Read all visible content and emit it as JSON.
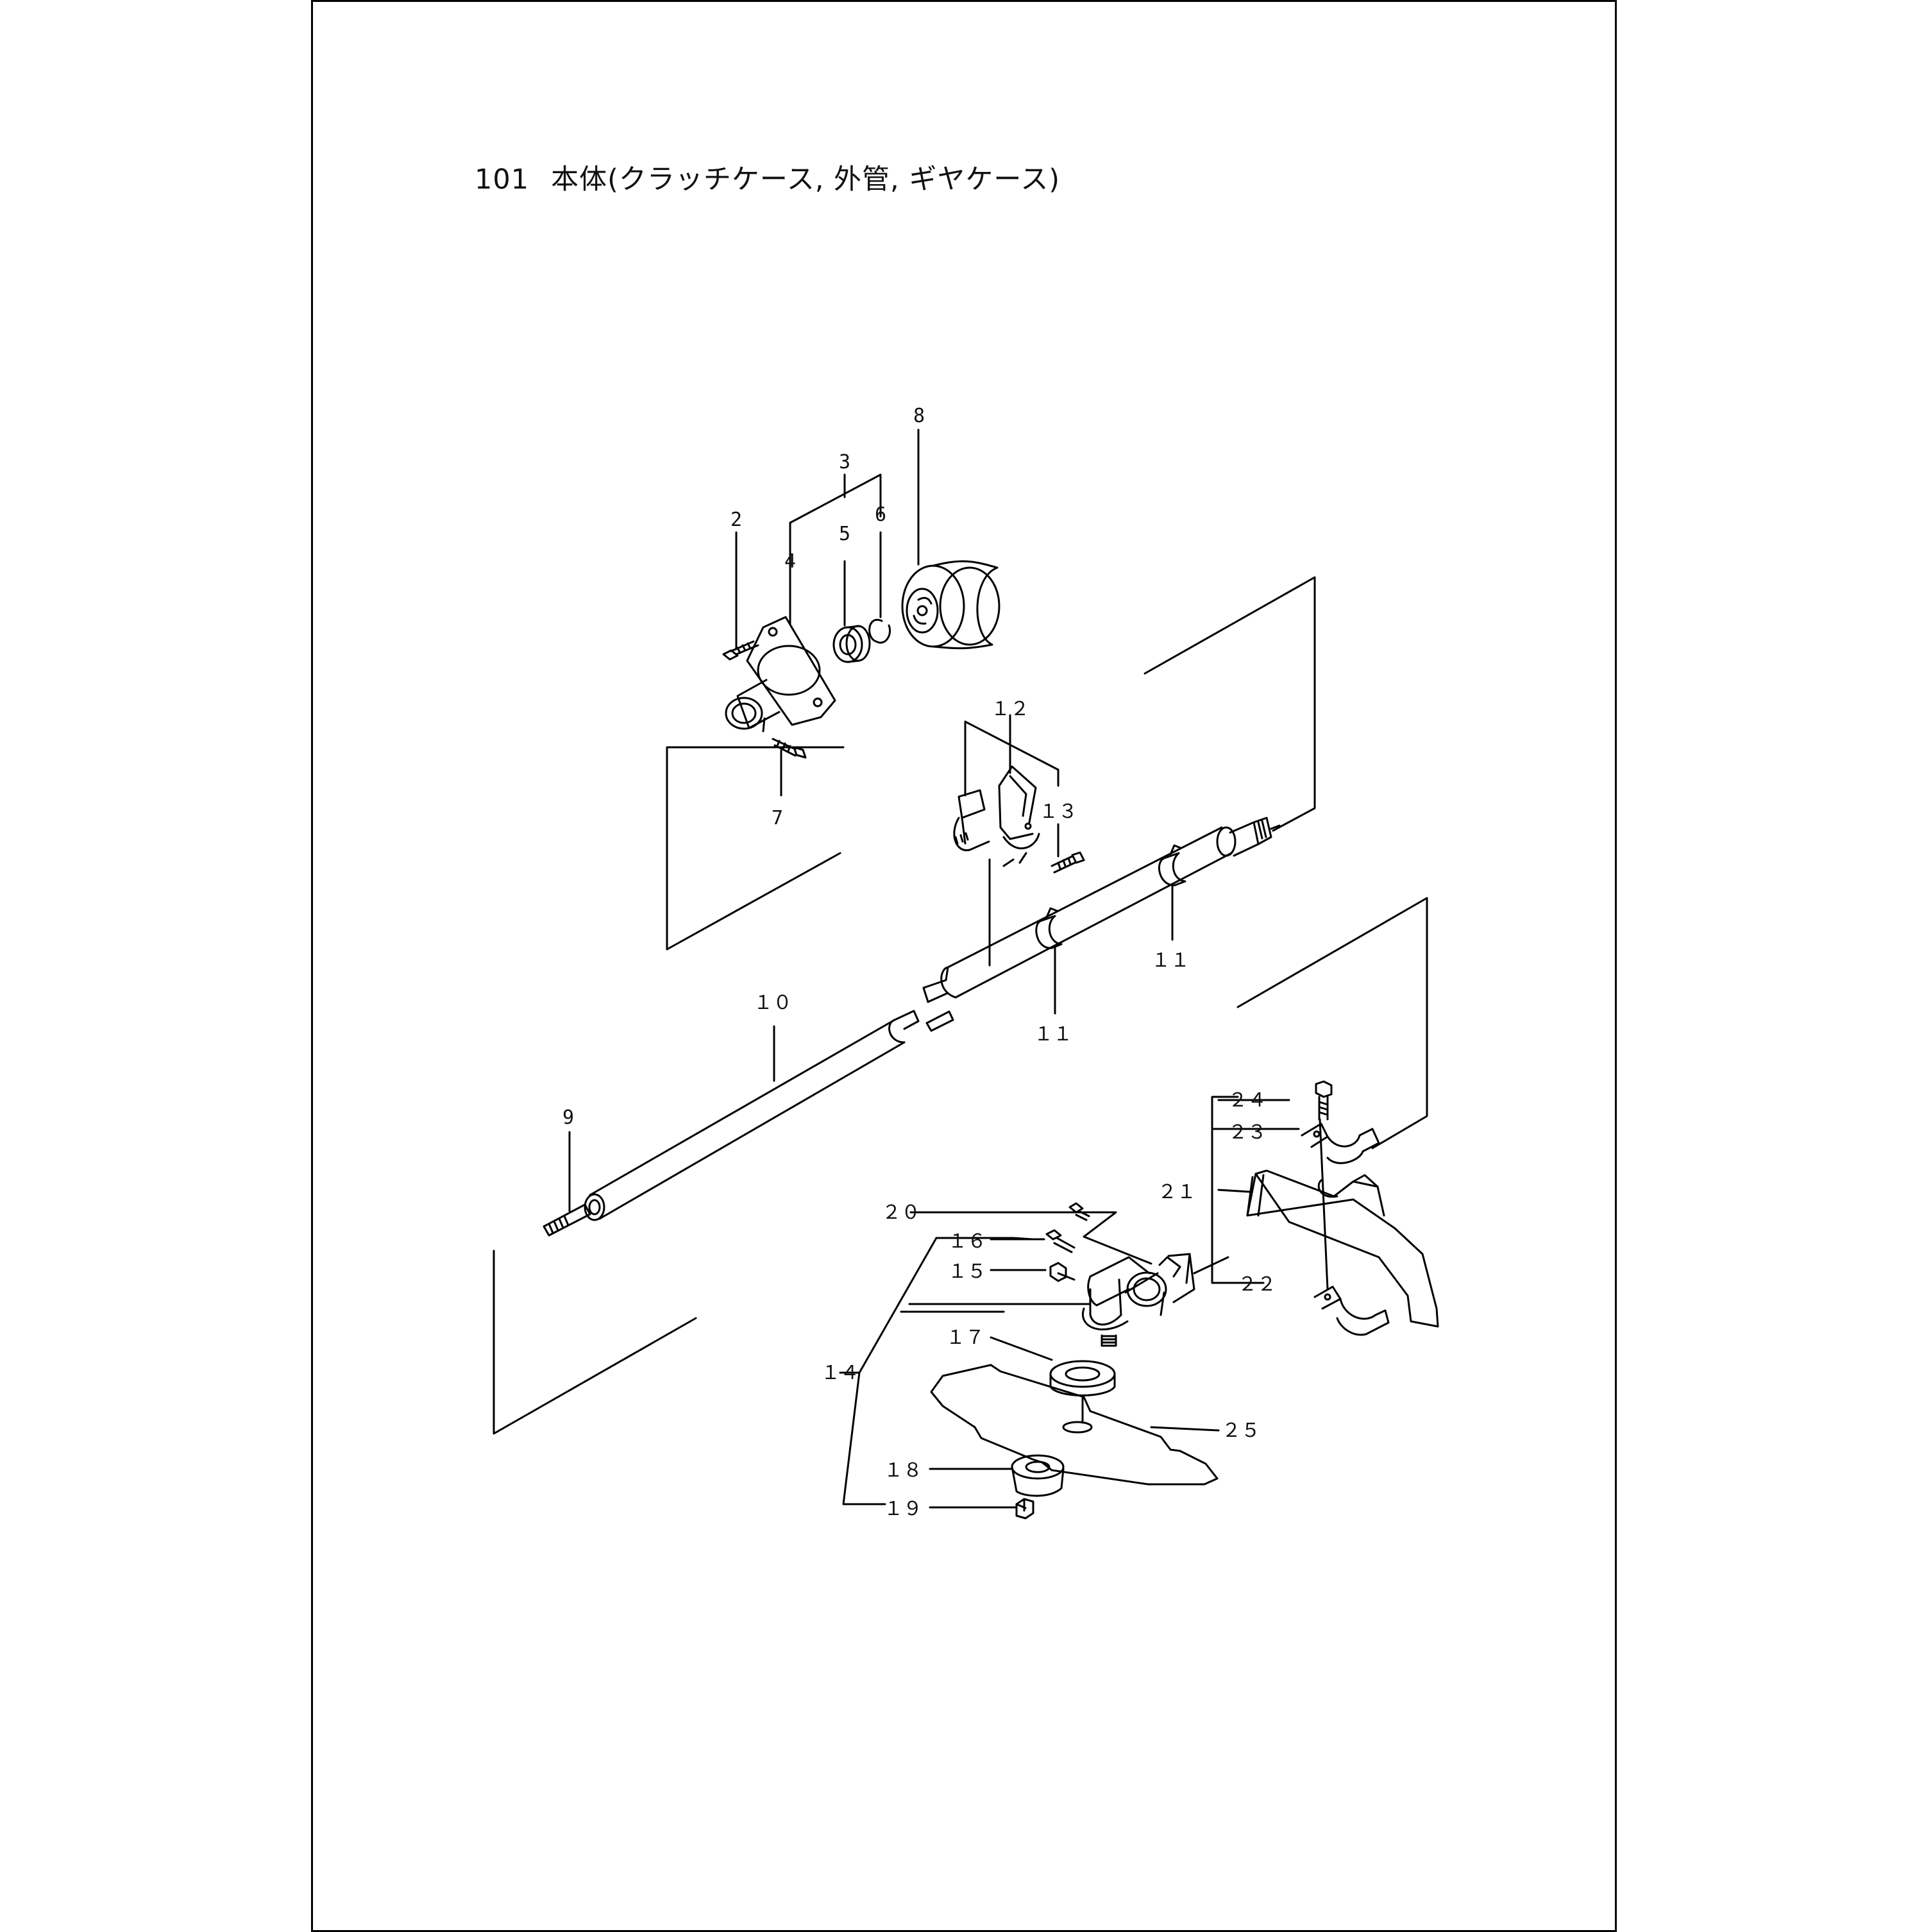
{
  "title": {
    "number": "101",
    "text": "本体(クラッチケース, 外管, ギヤケース)"
  },
  "callouts": {
    "c2": "2",
    "c3": "3",
    "c4": "4",
    "c5": "5",
    "c6": "6",
    "c7": "7",
    "c8": "8",
    "c9": "9",
    "c10": "１０",
    "c11a": "１１",
    "c11b": "１１",
    "c12": "１２",
    "c13": "１３",
    "c14": "１４",
    "c15": "１５",
    "c16": "１６",
    "c17": "１７",
    "c18": "１８",
    "c19": "１９",
    "c20": "２０",
    "c21": "２１",
    "c22": "２２",
    "c23": "２３",
    "c24": "２４",
    "c25": "２５"
  }
}
